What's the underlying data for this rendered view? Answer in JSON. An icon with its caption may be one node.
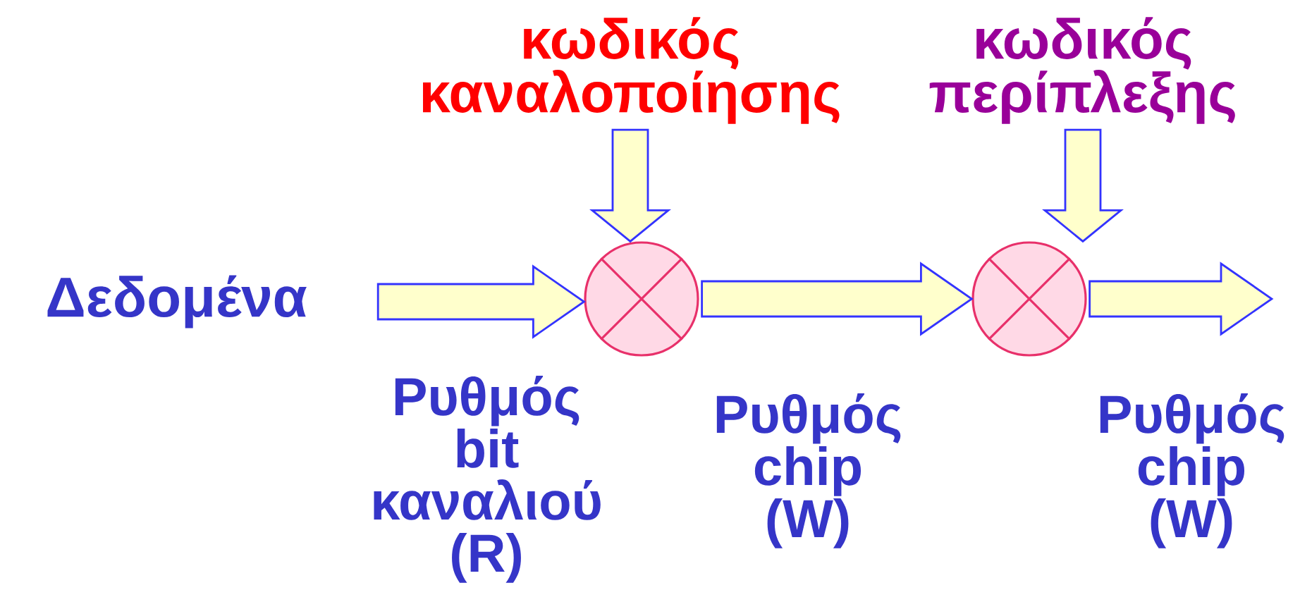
{
  "diagram": {
    "nodes": [
      {
        "text": [
          "Δεδομένα"
        ]
      },
      {
        "text": [
          "κωδικός καναλοποίησης"
        ]
      },
      {
        "text": [],
        "shape": "circle"
      },
      {
        "text": [
          "κωδικός περίπλεξης"
        ]
      },
      {
        "text": [],
        "shape": "circle"
      }
    ],
    "edges": [
      {
        "from": 0,
        "to": 2,
        "arrow": "to"
      },
      {
        "from": 1,
        "to": 2,
        "arrow": "to"
      },
      {
        "from": 2,
        "to": 4,
        "arrow": "to"
      },
      {
        "from": 3,
        "to": 4,
        "arrow": "to"
      },
      {
        "from": 4,
        "to": null,
        "arrow": "to"
      }
    ],
    "labels": [
      "Ρυθμός bit καναλιού (R)",
      "Ρυθμός chip (W)",
      "Ρυθμός chip (W)"
    ]
  }
}
